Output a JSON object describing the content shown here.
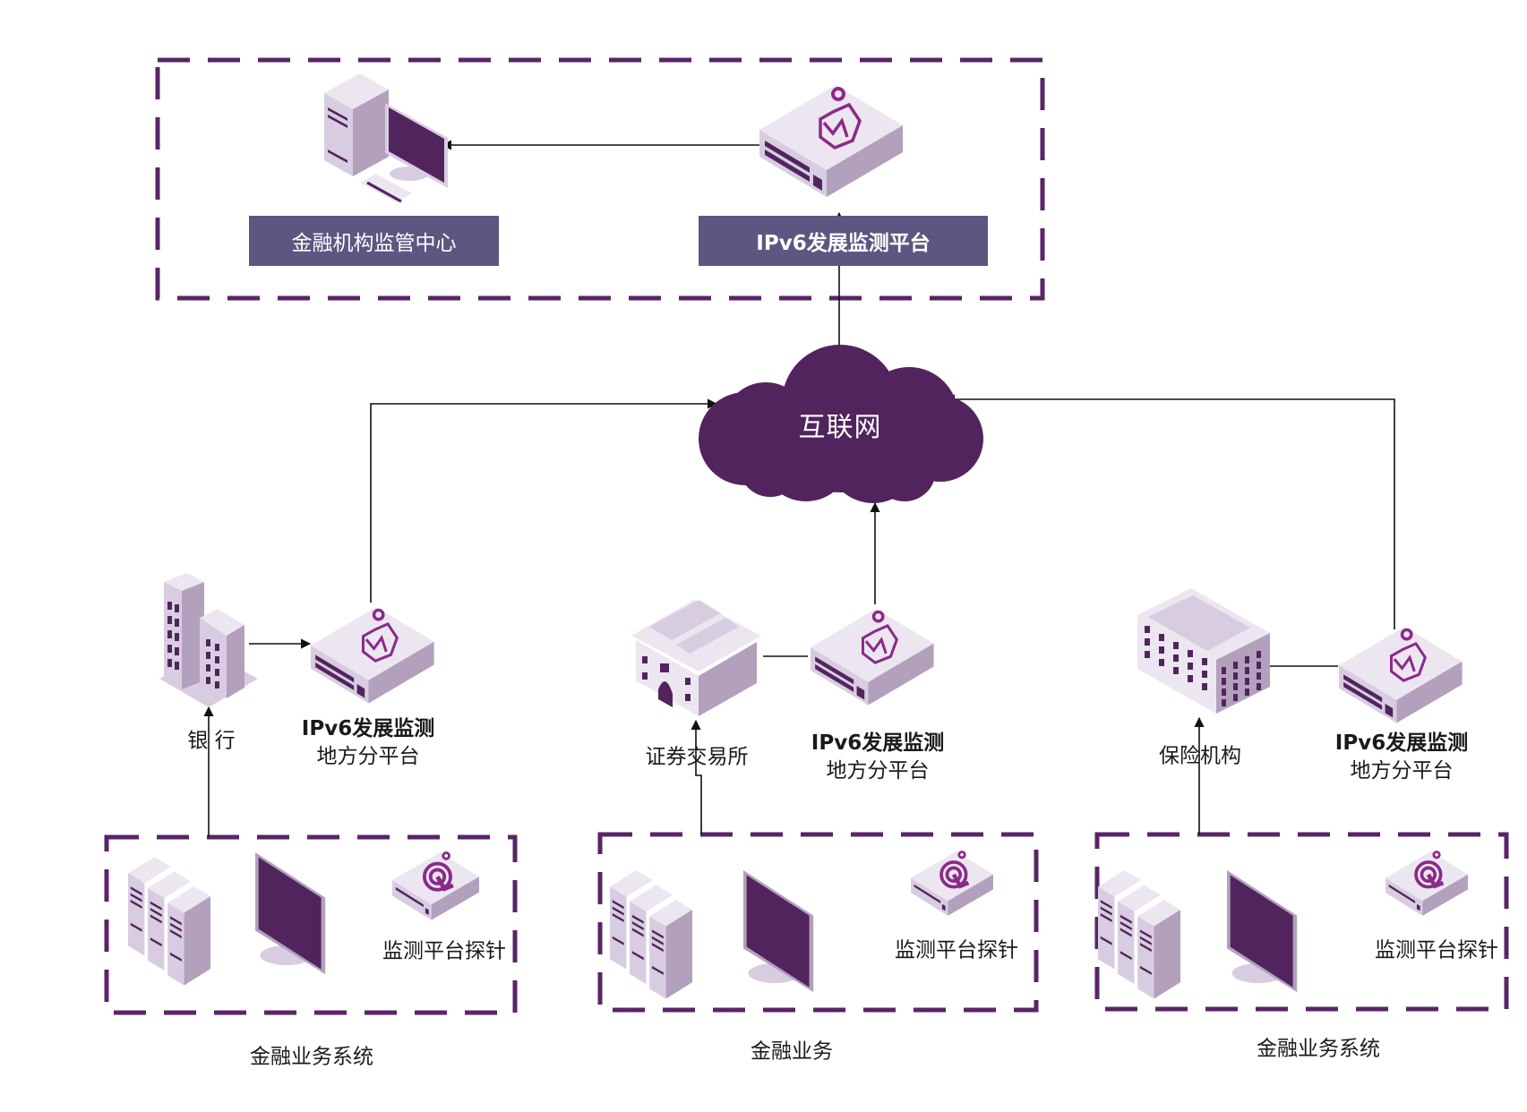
{
  "colors": {
    "dash_border": "#5a2467",
    "banner_bg": "#5e5580",
    "cloud": "#52245e",
    "device_light": "#ece6f0",
    "device_mid": "#d8cde0",
    "device_dark": "#b3a0bd",
    "accent": "#52245e",
    "logo": "#8a2a8a",
    "connector": "#111111"
  },
  "top_group": {
    "regulator": {
      "label": "金融机构监管中心",
      "icon": "desktop-computer-icon"
    },
    "platform": {
      "label": "IPv6发展监测平台",
      "icon": "monitor-appliance-icon"
    }
  },
  "internet": {
    "label": "互联网",
    "icon": "cloud-icon"
  },
  "branches": [
    {
      "institution": {
        "label": "银 行",
        "icon": "office-tower-icon"
      },
      "sub_platform": {
        "line1": "IPv6发展监测",
        "line2": "地方分平台",
        "icon": "monitor-appliance-icon"
      },
      "system_group": {
        "label": "金融业务系统",
        "probe_label": "监测平台探针"
      }
    },
    {
      "institution": {
        "label": "证券交易所",
        "icon": "exchange-building-icon"
      },
      "sub_platform": {
        "line1": "IPv6发展监测",
        "line2": "地方分平台",
        "icon": "monitor-appliance-icon"
      },
      "system_group": {
        "label": "金融业务",
        "probe_label": "监测平台探针"
      }
    },
    {
      "institution": {
        "label": "保险机构",
        "icon": "office-building-icon"
      },
      "sub_platform": {
        "line1": "IPv6发展监测",
        "line2": "地方分平台",
        "icon": "monitor-appliance-icon"
      },
      "system_group": {
        "label": "金融业务系统",
        "probe_label": "监测平台探针"
      }
    }
  ]
}
